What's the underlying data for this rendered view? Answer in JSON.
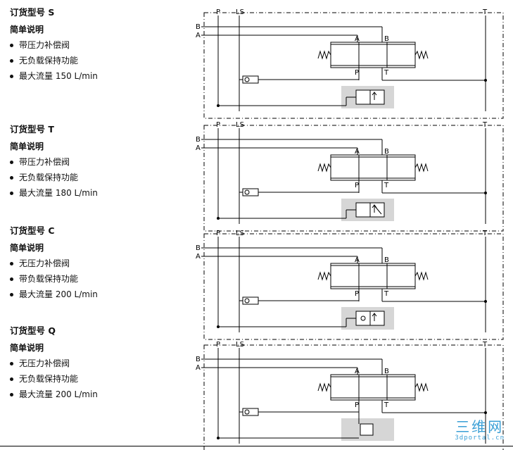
{
  "variants": [
    {
      "title": "订货型号 S",
      "subtitle": "简单说明",
      "features": [
        "带压力补偿阀",
        "无负载保持功能",
        "最大流量 150 L/min"
      ],
      "ports": {
        "P": "P",
        "LS": "LS",
        "T": "T",
        "B": "B",
        "A": "A",
        "valve_A": "A",
        "valve_B": "B",
        "valve_P": "P",
        "valve_T": "T"
      },
      "compensator": "pressure-compensator-with-relief"
    },
    {
      "title": "订货型号 T",
      "subtitle": "简单说明",
      "features": [
        "带压力补偿阀",
        "无负载保持功能",
        "最大流量 180 L/min"
      ],
      "ports": {
        "P": "P",
        "LS": "LS",
        "T": "T",
        "B": "B",
        "A": "A",
        "valve_A": "A",
        "valve_B": "B",
        "valve_P": "P",
        "valve_T": "T"
      },
      "compensator": "pressure-compensator-diagonal"
    },
    {
      "title": "订货型号 C",
      "subtitle": "简单说明",
      "features": [
        "无压力补偿阀",
        "带负载保持功能",
        "最大流量 200 L/min"
      ],
      "ports": {
        "P": "P",
        "LS": "LS",
        "T": "T",
        "B": "B",
        "A": "A",
        "valve_A": "A",
        "valve_B": "B",
        "valve_P": "P",
        "valve_T": "T"
      },
      "compensator": "load-holding-check"
    },
    {
      "title": "订货型号 Q",
      "subtitle": "简单说明",
      "features": [
        "无压力补偿阀",
        "无负载保持功能",
        "最大流量 200 L/min"
      ],
      "ports": {
        "P": "P",
        "LS": "LS",
        "T": "T",
        "B": "B",
        "A": "A",
        "valve_A": "A",
        "valve_B": "B",
        "valve_P": "P",
        "valve_T": "T"
      },
      "compensator": "plain-block"
    }
  ],
  "watermark": {
    "main": "三维网",
    "sub": "3dportal.cn"
  }
}
